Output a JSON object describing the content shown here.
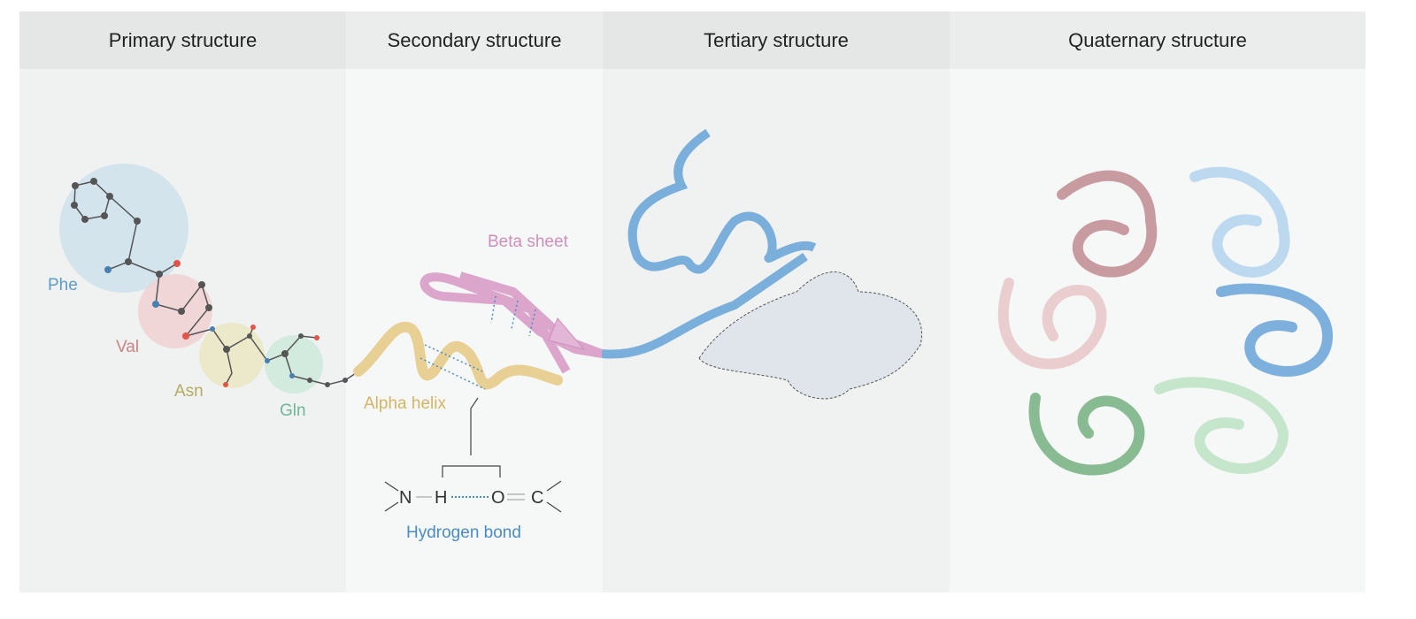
{
  "panels": [
    {
      "title": "Primary structure"
    },
    {
      "title": "Secondary structure"
    },
    {
      "title": "Tertiary structure"
    },
    {
      "title": "Quaternary structure"
    }
  ],
  "primary": {
    "residues": [
      {
        "name": "Phe",
        "color": "#5d9cc4"
      },
      {
        "name": "Val",
        "color": "#c98484"
      },
      {
        "name": "Asn",
        "color": "#b5ab62"
      },
      {
        "name": "Gln",
        "color": "#6fb79a"
      }
    ]
  },
  "secondary": {
    "beta_sheet": "Beta sheet",
    "alpha_helix": "Alpha helix",
    "hydrogen_bond": "Hydrogen bond",
    "atoms": {
      "n": "N",
      "h": "H",
      "o": "O",
      "c": "C"
    },
    "colors": {
      "beta": "#cf8fbd",
      "alpha": "#d4b466",
      "hbond": "#4a8cc6"
    }
  }
}
